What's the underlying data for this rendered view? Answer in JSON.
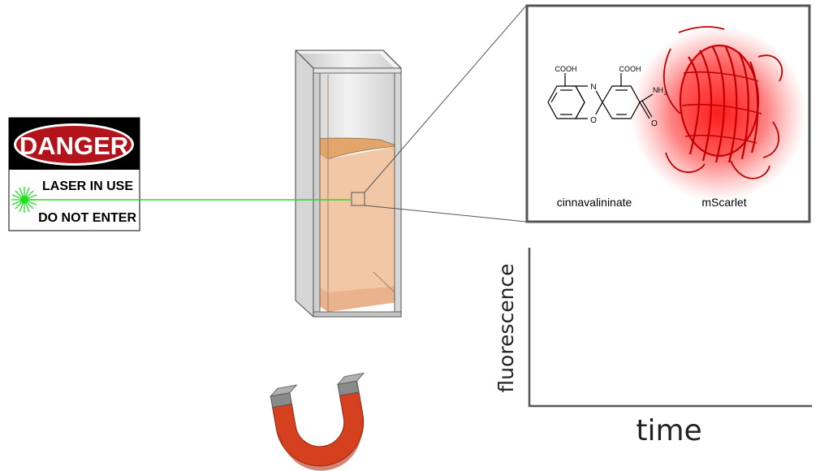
{
  "sign": {
    "header": "DANGER",
    "line1": "LASER IN USE",
    "line2": "DO NOT ENTER"
  },
  "inset": {
    "molecule": {
      "name": "cinnavalininate",
      "group_left": "COOH",
      "group_right": "COOH",
      "amine": "NH",
      "amine_subscript": "2",
      "ring_n": "N",
      "ring_o": "O",
      "keto_o": "O"
    },
    "protein": {
      "name": "mScarlet"
    }
  },
  "plot": {
    "ylabel": "fluorescence",
    "xlabel": "time"
  },
  "colors": {
    "laser": "#22dd22",
    "sign_red": "#b3131b",
    "sample_fill": "#f2c7a6",
    "protein_glow": "#ff1a1a",
    "magnet_red": "#d5411f",
    "magnet_pole": "#8a8a8a"
  }
}
